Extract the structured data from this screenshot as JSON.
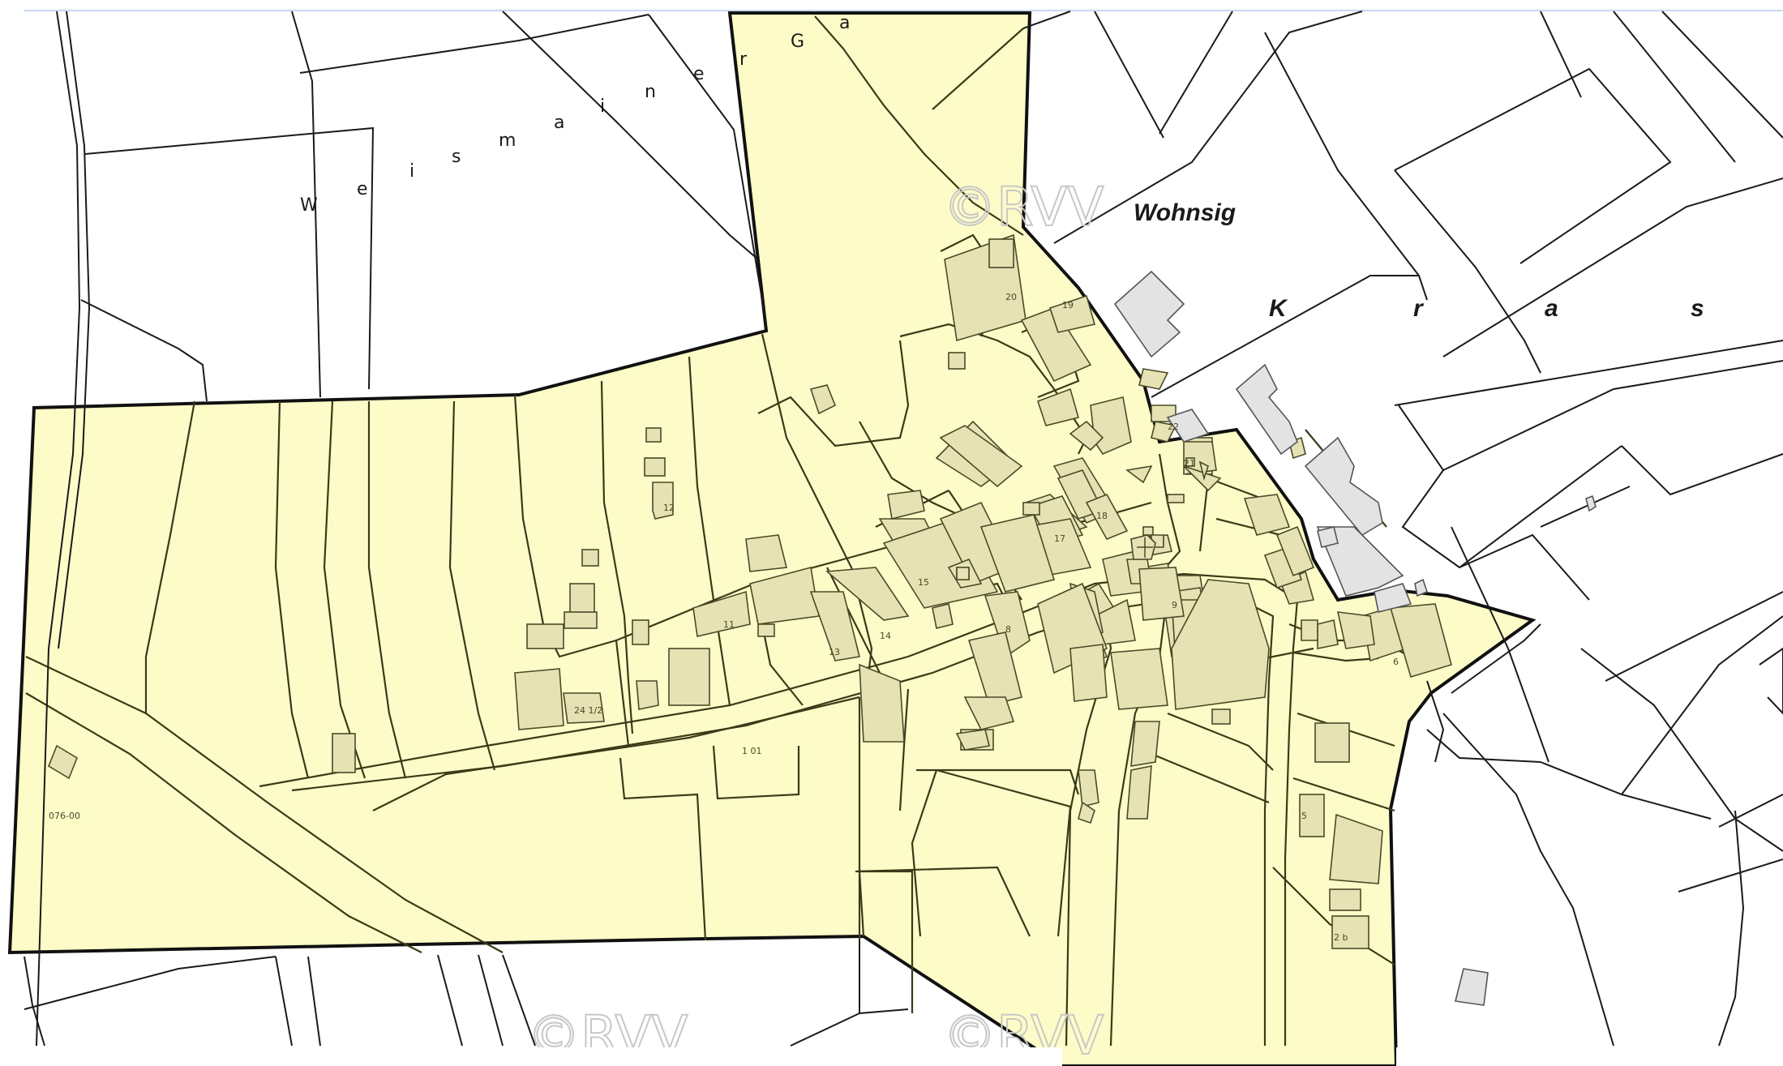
{
  "map": {
    "colors": {
      "area_fill": "#fdfcc8",
      "area_border": "#111111",
      "building_in": "#e6e2b4",
      "building_out": "#e3e3e3",
      "parcel_line": "#1a1a1a",
      "watermark": "#c8c8c8",
      "top_bar": "#c9d9ef"
    },
    "labels": {
      "street_weismainer_letters": [
        "W",
        "e",
        "i",
        "s",
        "m",
        "a",
        "i",
        "n",
        "e",
        "r",
        "G",
        "a"
      ],
      "street_kras_letters": [
        "K",
        "r",
        "a",
        "s"
      ],
      "place_wohnsig": "Wohnsig",
      "parcel_code": "076-00"
    },
    "house_numbers": [
      "12",
      "11",
      "13",
      "14",
      "15",
      "17",
      "18",
      "19",
      "20",
      "21",
      "22",
      "8",
      "6",
      "5",
      "9",
      "24 1/2",
      "1 01",
      "2 b"
    ],
    "watermarks": [
      "©RVV",
      "©RVV",
      "©RVV"
    ],
    "icons": [
      "chapel-cross-icon"
    ]
  }
}
